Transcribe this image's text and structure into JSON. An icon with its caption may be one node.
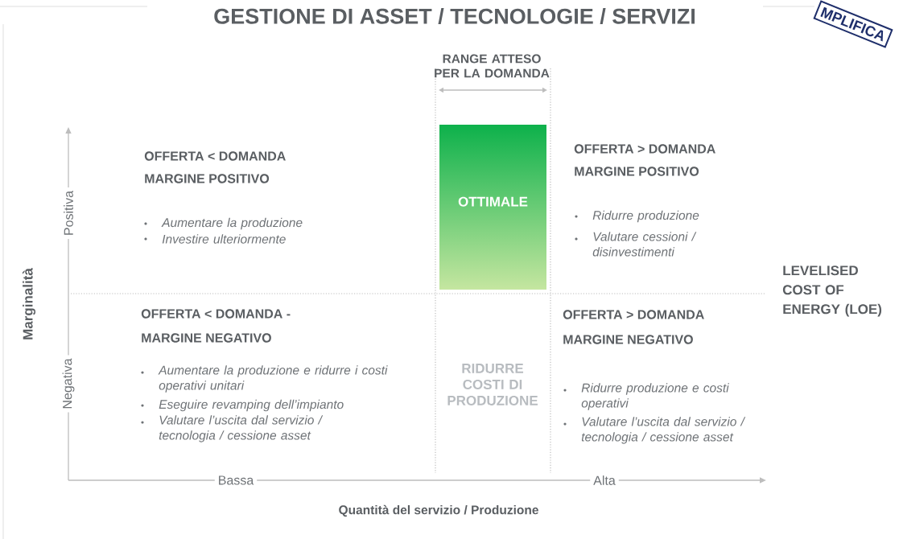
{
  "diagram": {
    "title": "GESTIONE DI ASSET / TECNOLOGIE / SERVIZI",
    "nodes": [
      {
        "text": [
          "OTTIMALE"
        ]
      }
    ],
    "labels": [
      "MPLIFICA",
      "RANGE ATTESO PER LA DOMANDA",
      "OFFERTA < DOMANDA",
      "MARGINE POSITIVO",
      "OFFERTA > DOMANDA",
      "MARGINE POSITIVO",
      "Positiva",
      "Aumentare la produzione",
      "Investire ulteriormente",
      "Ridurre produzione",
      "Valutare cessioni / disinvestimenti",
      "Marginalità",
      "LEVELISED COST OF ENERGY (LOE)",
      "OFFERTA < DOMANDA -",
      "MARGINE NEGATIVO",
      "OFFERTA > DOMANDA",
      "MARGINE NEGATIVO",
      "Negativa",
      "RIDURRE COSTI DI PRODUZIONE",
      "Aumentare la produzione e ridurre i costi operativi unitari",
      "Eseguire revamping dell’impianto",
      "Valutare l’uscita dal servizio / tecnologia / cessione asset",
      "Ridurre produzione e costi operativi",
      "Valutare l’uscita dal servizio / tecnologia / cessione asset",
      "Bassa",
      "Alta",
      "Quantità del servizio / Produzione"
    ]
  }
}
